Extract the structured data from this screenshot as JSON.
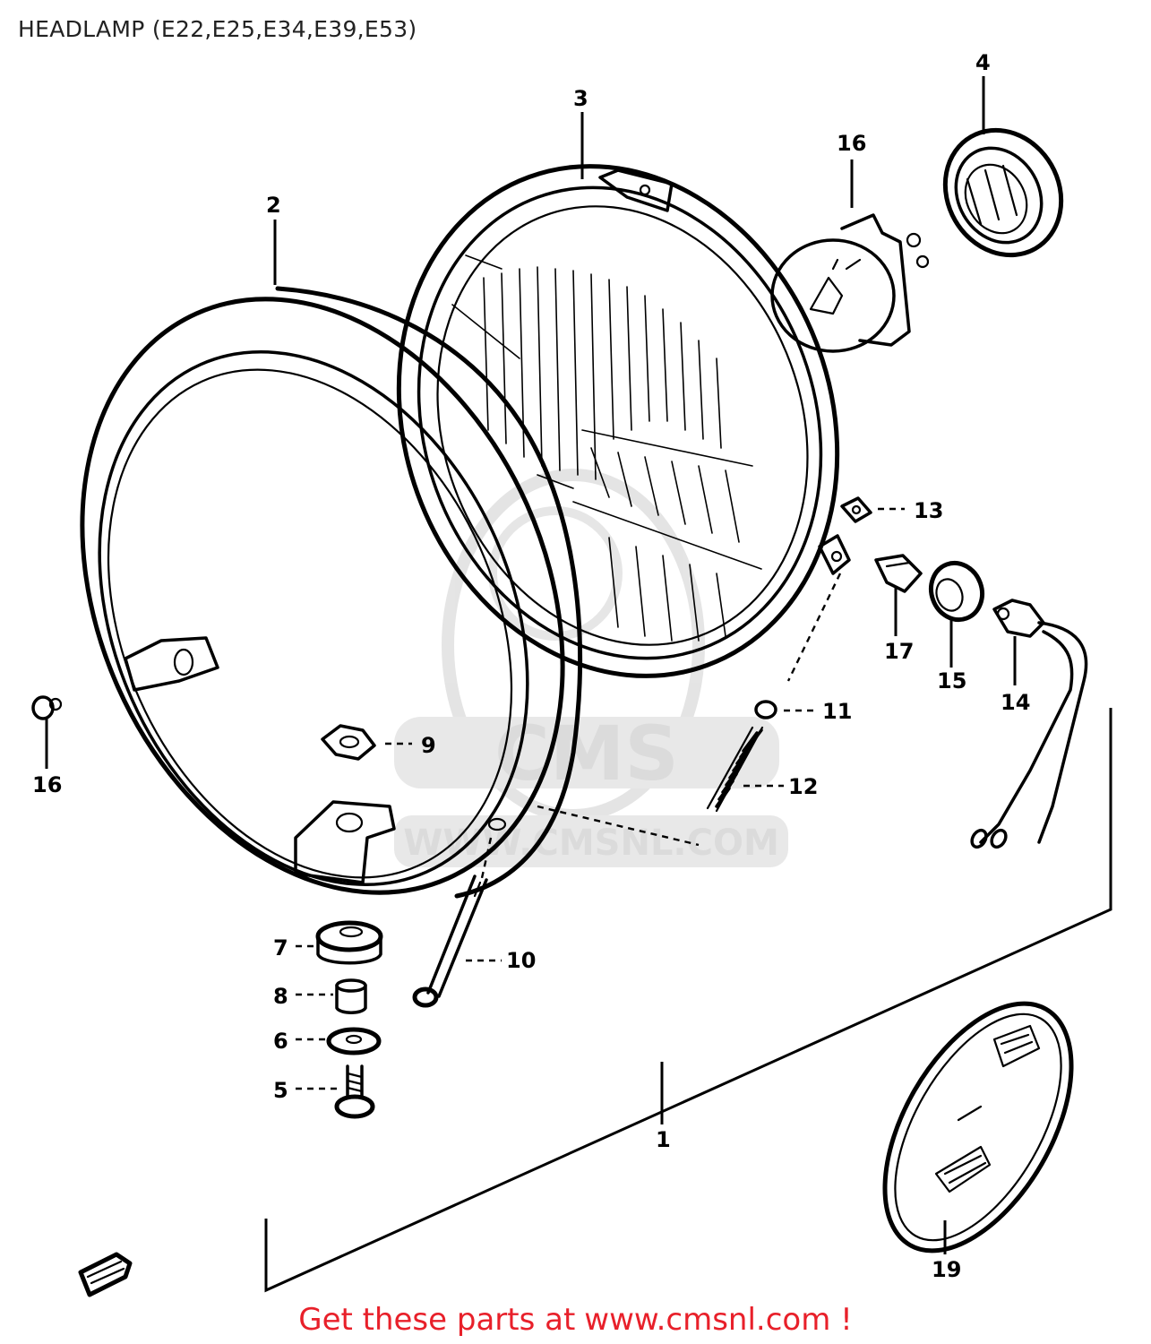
{
  "title": "HEADLAMP (E22,E25,E34,E39,E53)",
  "footer": {
    "lead": "Get these parts at",
    "url": "www.cmsnl.com !",
    "color": "#e8202a"
  },
  "watermark": {
    "logo": "CMS",
    "url": "WWW.CMSNL.COM"
  },
  "callouts": {
    "c1": "1",
    "c2": "2",
    "c3": "3",
    "c4": "4",
    "c5": "5",
    "c6": "6",
    "c7": "7",
    "c8": "8",
    "c9": "9",
    "c10": "10",
    "c11": "11",
    "c12": "12",
    "c13": "13",
    "c14": "14",
    "c15": "15",
    "c16a": "16",
    "c16b": "16",
    "c17": "17",
    "c19": "19"
  }
}
